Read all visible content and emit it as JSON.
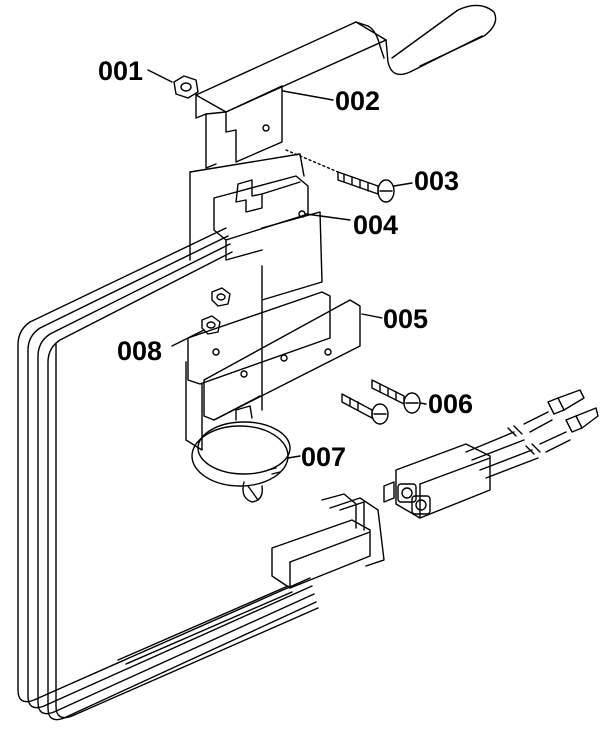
{
  "diagram": {
    "line_color": "#000000",
    "background": "#ffffff",
    "parts": [
      {
        "id": "001",
        "label": "001",
        "icon": "hex-nut-icon"
      },
      {
        "id": "002",
        "label": "002",
        "icon": "mounting-bracket-icon"
      },
      {
        "id": "003",
        "label": "003",
        "icon": "screw-icon"
      },
      {
        "id": "004",
        "label": "004",
        "icon": "switch-icon"
      },
      {
        "id": "005",
        "label": "005",
        "icon": "plate-icon"
      },
      {
        "id": "006",
        "label": "006",
        "icon": "screw-icon"
      },
      {
        "id": "007",
        "label": "007",
        "icon": "clamp-icon"
      },
      {
        "id": "008",
        "label": "008",
        "icon": "hex-nut-icon"
      }
    ]
  }
}
